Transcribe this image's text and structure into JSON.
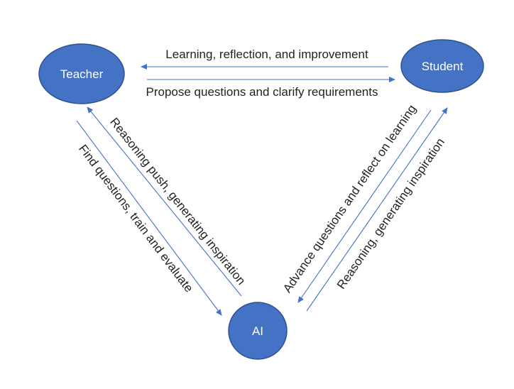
{
  "colors": {
    "node_fill": "#4472c4",
    "node_stroke": "#2f528f",
    "node_text": "#ffffff",
    "arrow": "#4472c4",
    "label_text": "#222222"
  },
  "nodes": {
    "teacher": "Teacher",
    "student": "Student",
    "ai": "AI"
  },
  "edges": {
    "student_to_teacher": "Learning, reflection, and improvement",
    "teacher_to_student": "Propose questions and clarify requirements",
    "ai_to_teacher": "Reasoning push, generating inspiration",
    "teacher_to_ai": "Find questions, train and evaluate",
    "student_to_ai": "Advance questions and reflect on learning",
    "ai_to_student": "Reasoning, generating inspiration"
  }
}
